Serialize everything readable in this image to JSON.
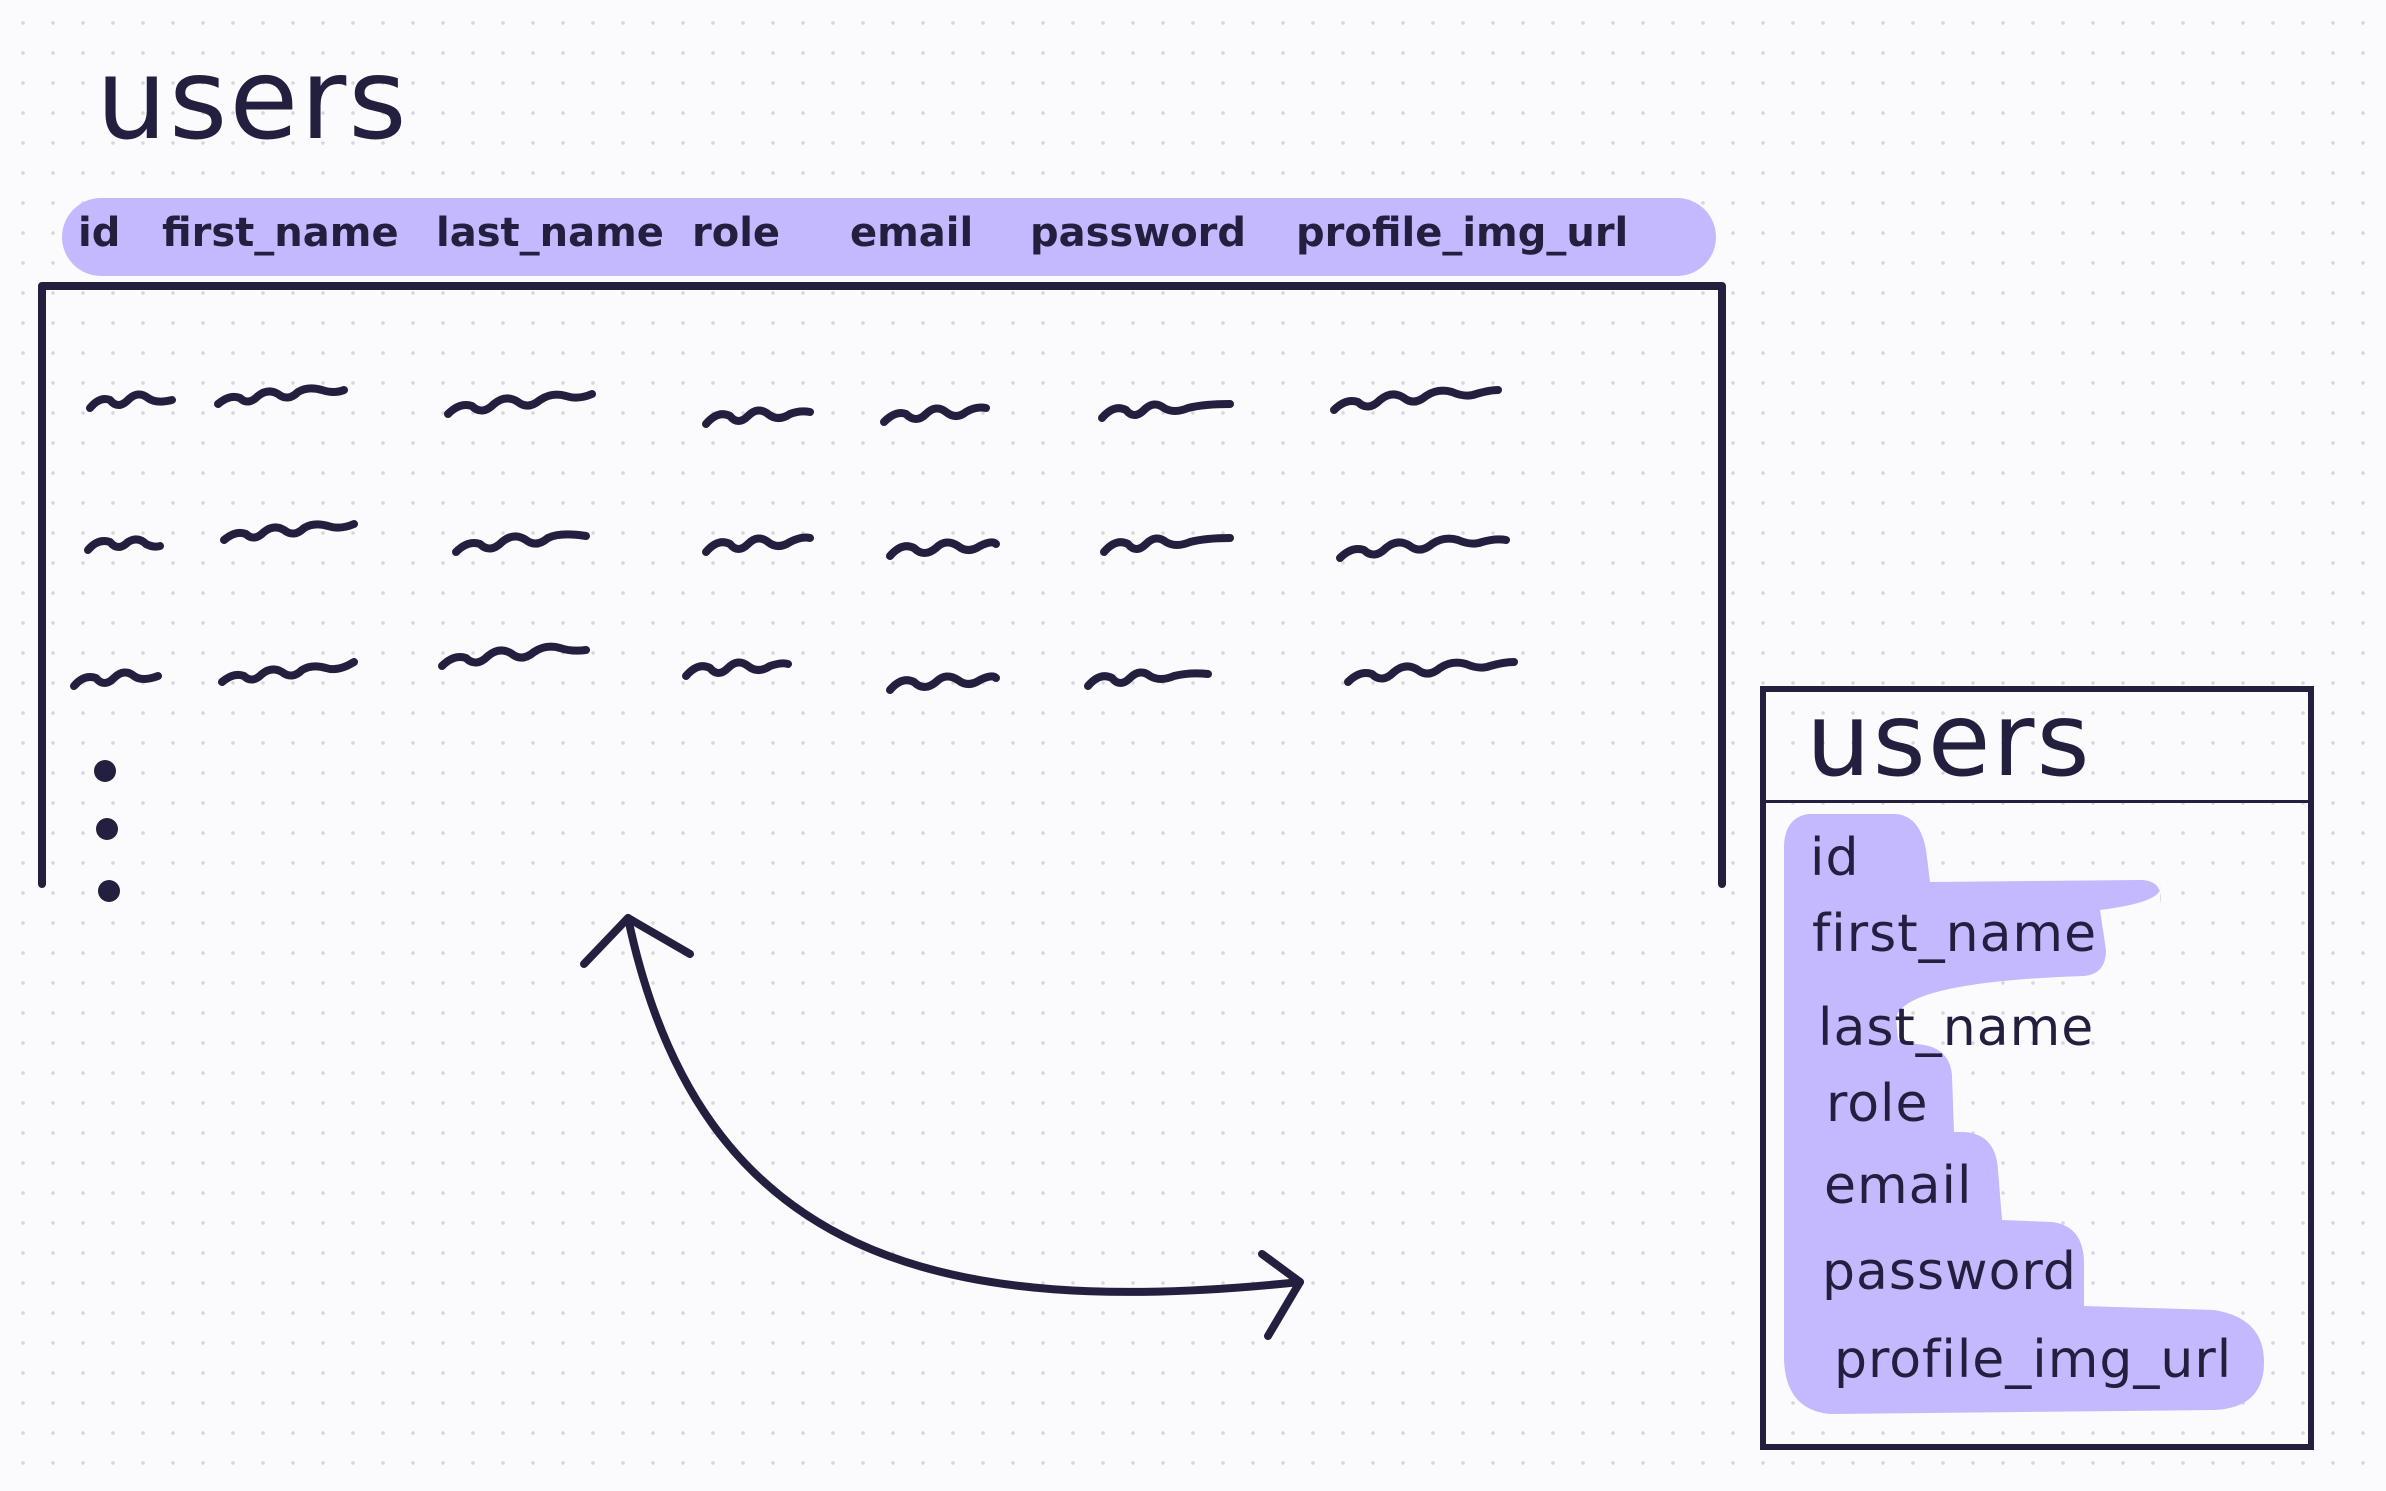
{
  "diagram": {
    "left_title": "users",
    "columns": [
      "id",
      "first_name",
      "last_name",
      "role",
      "email",
      "password",
      "profile_img_url"
    ],
    "right_title": "users",
    "fields": [
      "id",
      "first_name",
      "last_name",
      "role",
      "email",
      "password",
      "profile_img_url"
    ],
    "colors": {
      "ink": "#23203f",
      "highlight": "#c4b8ff",
      "background": "#fbfbfd",
      "grid_dot": "#d6d6e0"
    }
  }
}
